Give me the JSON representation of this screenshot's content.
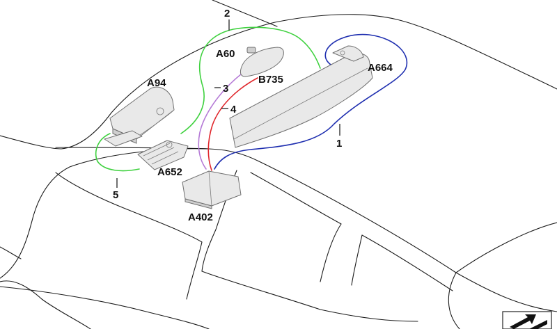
{
  "colors": {
    "wire_1": "#1f2fb0",
    "wire_2": "#3fd13f",
    "wire_3": "#b57ad6",
    "wire_4": "#e0262b",
    "wire_5": "#3fd13f"
  },
  "wires": [
    {
      "id": "1",
      "label": "1",
      "color_key": "wire_1"
    },
    {
      "id": "2",
      "label": "2",
      "color_key": "wire_2"
    },
    {
      "id": "3",
      "label": "3",
      "color_key": "wire_3"
    },
    {
      "id": "4",
      "label": "4",
      "color_key": "wire_4"
    },
    {
      "id": "5",
      "label": "5",
      "color_key": "wire_5"
    }
  ],
  "components": {
    "a60": "A60",
    "a664": "A664",
    "a94": "A94",
    "b735": "B735",
    "a652": "A652",
    "a402": "A402"
  },
  "icons": {
    "corner_badge": "arrow-icon"
  }
}
